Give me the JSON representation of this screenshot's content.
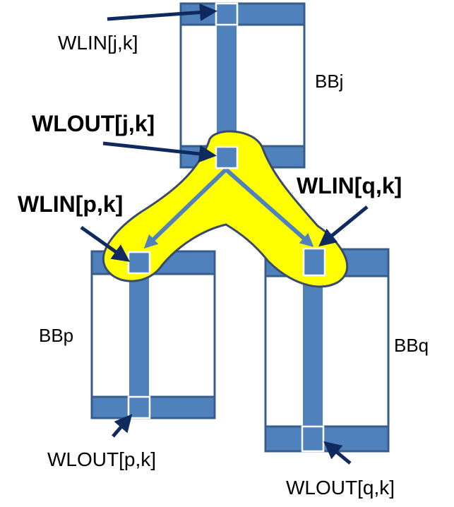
{
  "colors": {
    "block_fill": "#4f81bd",
    "block_stroke": "#385d8a",
    "body_fill": "#ffffff",
    "highlight_fill": "#ffff00",
    "highlight_stroke": "#3a4a6b",
    "callout_arrow": "#0f2a5e",
    "text": "#000000"
  },
  "blocks": {
    "bbj": {
      "label": "BBj"
    },
    "bbp": {
      "label": "BBp"
    },
    "bbq": {
      "label": "BBq"
    }
  },
  "labels": {
    "wlin_j": "WLIN[j,k]",
    "wlout_j": "WLOUT[j,k]",
    "wlin_p": "WLIN[p,k]",
    "wlin_q": "WLIN[q,k]",
    "wlout_p": "WLOUT[p,k]",
    "wlout_q": "WLOUT[q,k]"
  }
}
